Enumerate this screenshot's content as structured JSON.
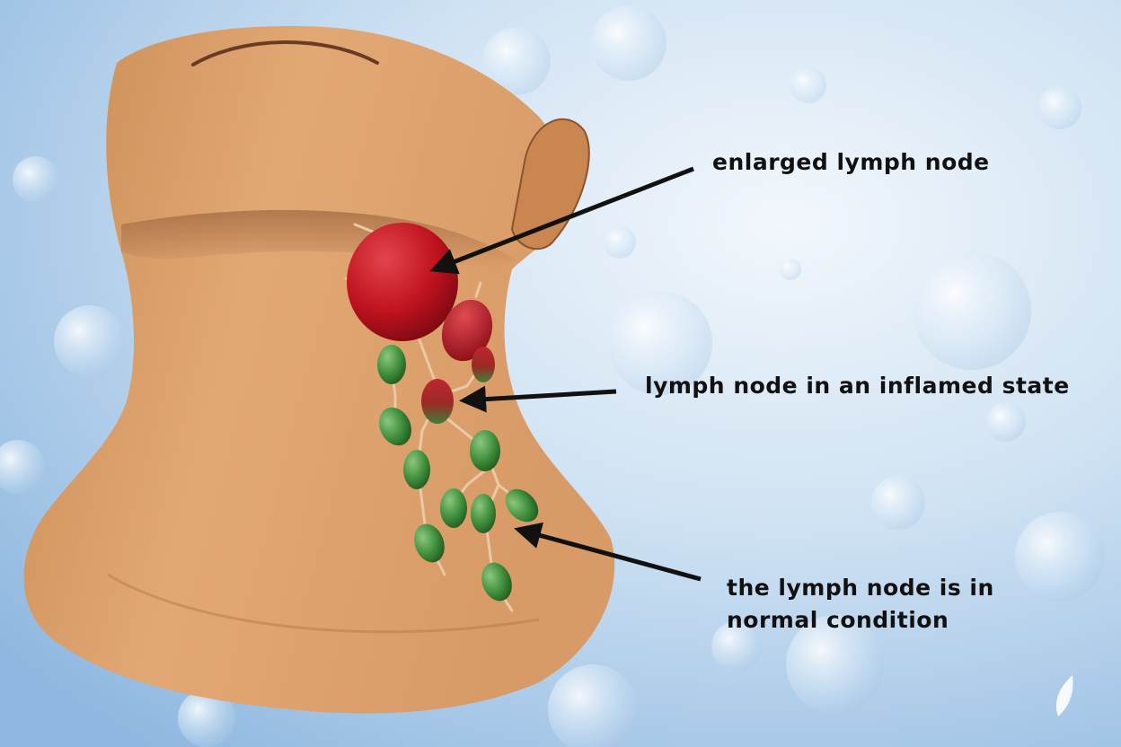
{
  "labels": {
    "enlarged": "enlarged lymph node",
    "inflamed": "lymph node in an inflamed state",
    "normal_line1": "the lymph node is in",
    "normal_line2": "normal condition"
  },
  "colors": {
    "background": "#bcd6ee",
    "skin": "#d99a63",
    "enlarged_node": "#c0121f",
    "inflamed_node": "#b3202a",
    "normal_node": "#3f8f3c",
    "arrow": "#111111",
    "label_text": "#111111"
  },
  "icons": {
    "corner_mark": "leaf-watermark-icon"
  }
}
